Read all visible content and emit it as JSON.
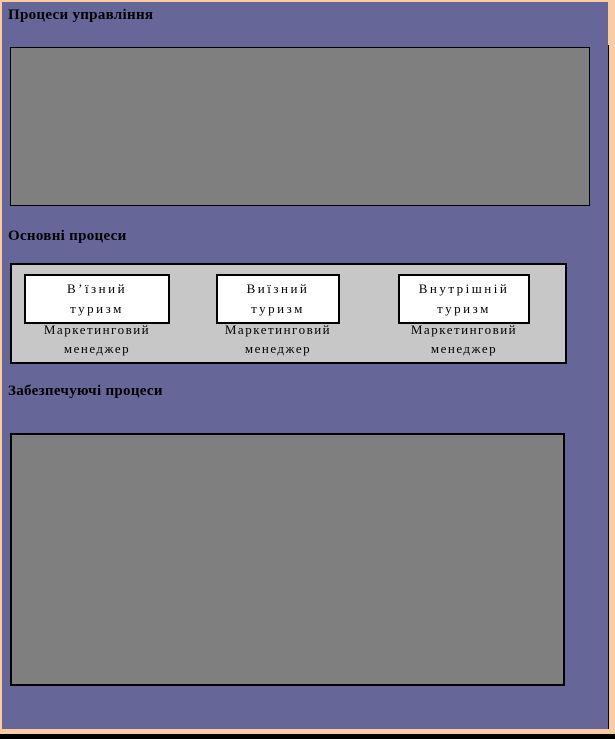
{
  "headings": {
    "management": "Процеси управління",
    "main": "Основні процеси",
    "supporting": "Забезпечуючі процеси"
  },
  "cards": [
    {
      "title_line1": "В’їзний",
      "title_line2": "туризм",
      "caption_line1": "Маркетинговий",
      "caption_line2": "менеджер"
    },
    {
      "title_line1": "Виїзний",
      "title_line2": "туризм",
      "caption_line1": "Маркетинговий",
      "caption_line2": "менеджер"
    },
    {
      "title_line1": "Внутрішній",
      "title_line2": "туризм",
      "caption_line1": "Маркетинговий",
      "caption_line2": "менеджер"
    }
  ],
  "colors": {
    "background_purple": "#666699",
    "frame_peach": "#FBCBA1",
    "placeholder_gray": "#7F7F7F",
    "container_gray": "#C7C7C7",
    "card_white": "#FFFFFF",
    "border_black": "#000000"
  }
}
